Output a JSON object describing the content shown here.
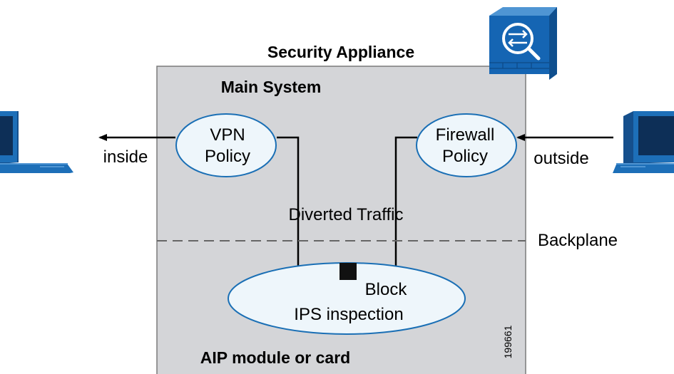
{
  "title": "Security Appliance",
  "main_system_label": "Main System",
  "vpn_policy": {
    "line1": "VPN",
    "line2": "Policy"
  },
  "firewall_policy": {
    "line1": "Firewall",
    "line2": "Policy"
  },
  "inside_label": "inside",
  "outside_label": "outside",
  "diverted_traffic_label": "Diverted Traffic",
  "backplane_label": "Backplane",
  "block_label": "Block",
  "ips_inspection_label": "IPS inspection",
  "aip_module_label": "AIP module or card",
  "figure_id": "199661",
  "colors": {
    "panel_fill": "#d4d5d8",
    "panel_border": "#7a7a7a",
    "ellipse_fill": "#eef6fb",
    "ellipse_border": "#1a6fb5",
    "computer_blue": "#1d6fb8",
    "appliance_blue": "#1565b3"
  }
}
